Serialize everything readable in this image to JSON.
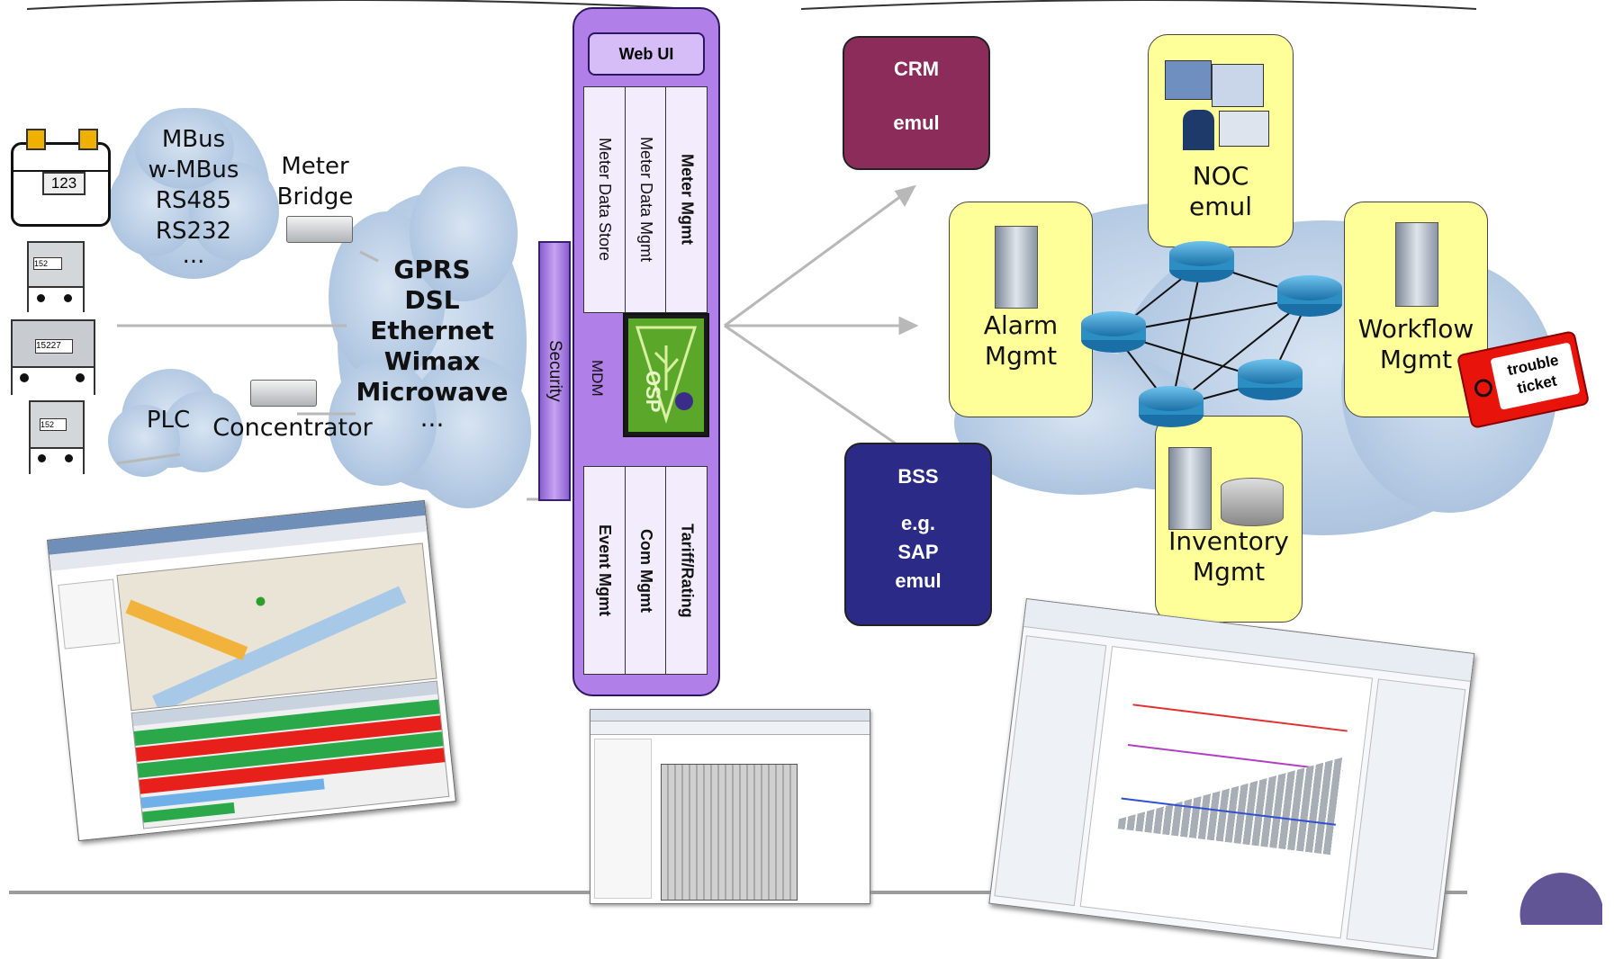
{
  "field_devices": {
    "meter_main": "123",
    "meter_a": "152",
    "meter_b": "15227",
    "meter_c": "152"
  },
  "cloud_left_top": {
    "lines": [
      "MBus",
      "w-MBus",
      "RS485",
      "RS232",
      "..."
    ]
  },
  "meter_bridge": {
    "lines": [
      "Meter",
      "Bridge"
    ]
  },
  "cloud_center": {
    "lines": [
      "GPRS",
      "DSL",
      "Ethernet",
      "Wimax",
      "Microwave",
      "..."
    ]
  },
  "cloud_plc": {
    "label": "PLC"
  },
  "concentrator": {
    "label": "Concentrator"
  },
  "security": {
    "label": "Security"
  },
  "mdm_stack": {
    "web_ui": "Web UI",
    "top_columns": [
      "Meter Data Store",
      "Meter Data Mgmt",
      "Meter Mgmt"
    ],
    "mdm_label": "MDM",
    "osp_label": "OSP",
    "bottom_columns": [
      "Event Mgmt",
      "Com Mgmt",
      "Tariff/Rating"
    ]
  },
  "crm": {
    "lines": [
      "CRM",
      "",
      "emul"
    ],
    "color": "#8b2c5a"
  },
  "bss": {
    "lines": [
      "BSS",
      "",
      "e.g.",
      "SAP",
      "emul"
    ],
    "color": "#2b2a86"
  },
  "noc": {
    "lines": [
      "NOC",
      "emul"
    ]
  },
  "alarm": {
    "lines": [
      "Alarm",
      "Mgmt"
    ]
  },
  "workflow": {
    "lines": [
      "Workflow",
      "Mgmt"
    ]
  },
  "inventory": {
    "lines": [
      "Inventory",
      "Mgmt"
    ]
  },
  "trouble_ticket": {
    "lines": [
      "trouble",
      "ticket"
    ],
    "color": "#e8140c"
  },
  "colors": {
    "cloud": "#b8cde4",
    "yellow": "#ffff99",
    "mdm_purple": "#b07fe8",
    "router": "#2c8fc4"
  }
}
